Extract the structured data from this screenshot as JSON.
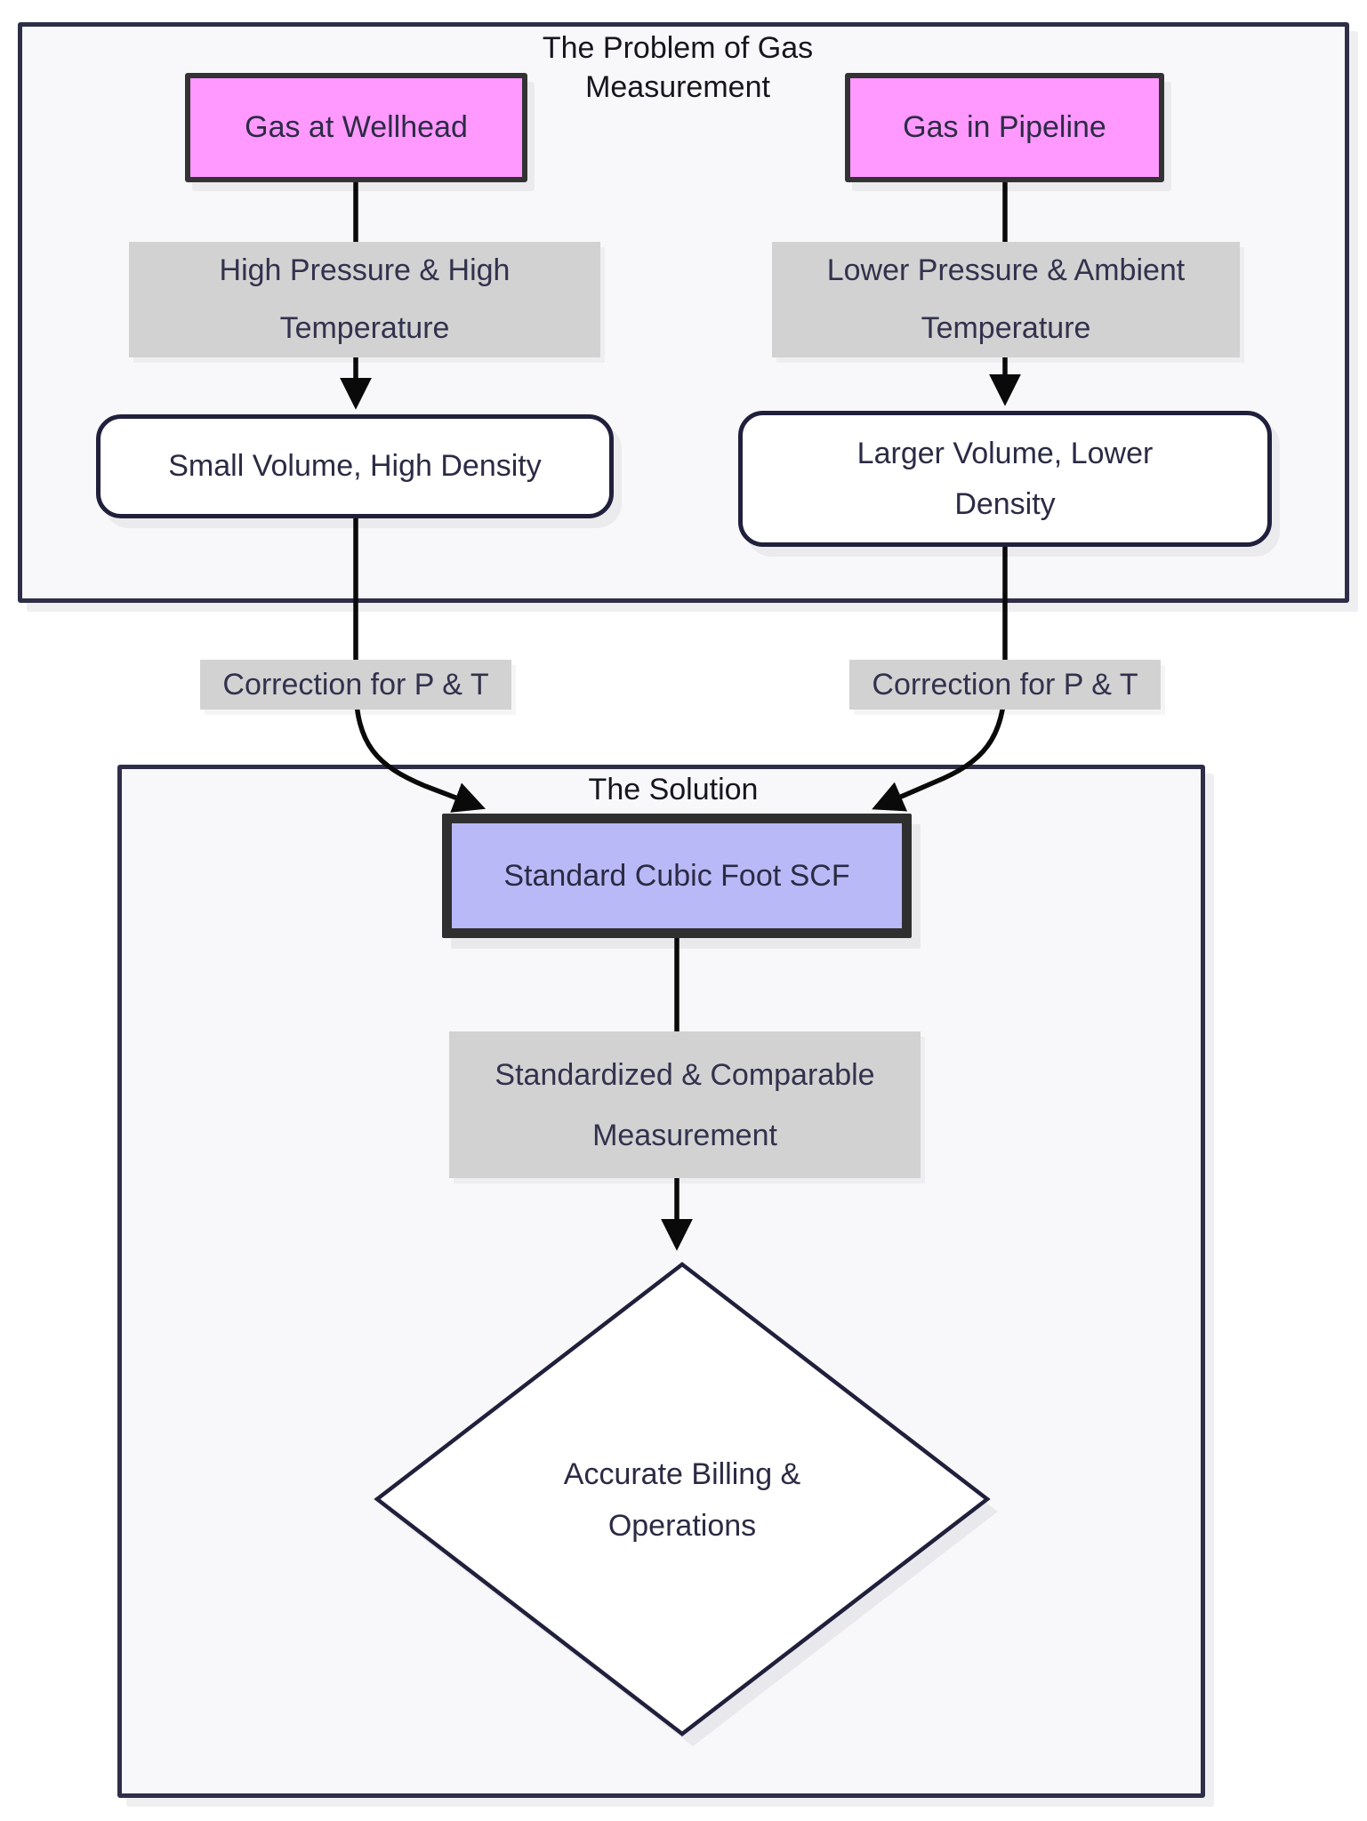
{
  "colors": {
    "page_bg": "#ffffff",
    "section_bg": "#f8f8fa",
    "section_border": "#2e2e48",
    "pink_node": "#ff99ff",
    "purple_node": "#b9b9f7",
    "node_border_dark": "#333333",
    "rounded_border": "#20203c",
    "edge_label_bg": "#d2d2d2",
    "text": "#2b2b44",
    "arrow": "#0a0a0a"
  },
  "sections": {
    "problem": {
      "title": "The Problem of Gas Measurement"
    },
    "solution": {
      "title": "The Solution"
    }
  },
  "nodes": {
    "wellhead": "Gas at Wellhead",
    "pipeline": "Gas in Pipeline",
    "small_volume": "Small Volume, High Density",
    "larger_volume": "Larger Volume, Lower Density",
    "scf": "Standard Cubic Foot SCF",
    "outcome": "Accurate Billing & Operations"
  },
  "edge_labels": {
    "wellhead_conditions": "High Pressure & High Temperature",
    "pipeline_conditions": "Lower Pressure & Ambient Temperature",
    "correction_left": "Correction for P & T",
    "correction_right": "Correction for P & T",
    "standardized": "Standardized & Comparable Measurement"
  }
}
